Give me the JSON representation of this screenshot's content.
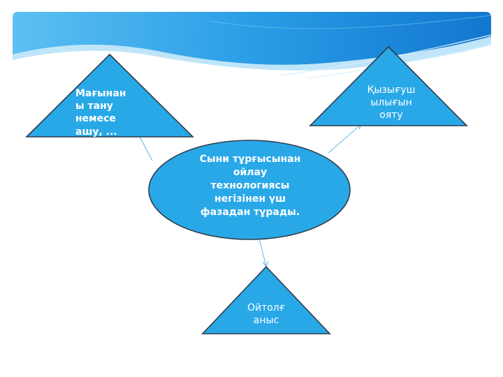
{
  "diagram": {
    "center": {
      "lines": [
        "Сыни тұрғысынан",
        "ойлау",
        "технологиясы",
        "негізінен үш",
        "фазадан тұрады."
      ]
    },
    "left_node": {
      "lines": [
        "Мағынан",
        "ы тану",
        "немесе",
        "ашу, ..."
      ]
    },
    "right_node": {
      "lines": [
        "Қызығуш",
        "ылығын",
        "ояту"
      ]
    },
    "bottom_node": {
      "lines": [
        "Ойтолғ",
        "аныс"
      ]
    }
  },
  "colors": {
    "shape_fill": "#29a8e8",
    "shape_stroke": "#2e3c4a",
    "connector": "#5fb6e6",
    "banner_dark": "#1682d6",
    "banner_light": "#8fd0f6"
  }
}
